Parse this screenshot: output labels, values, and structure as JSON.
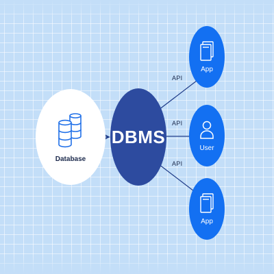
{
  "diagram": {
    "database": {
      "label": "Database",
      "icon": "database-icon"
    },
    "dbms": {
      "label": "DBMS"
    },
    "api_labels": [
      "API",
      "API",
      "API"
    ],
    "clients": [
      {
        "label": "App",
        "icon": "app-document-icon"
      },
      {
        "label": "User",
        "icon": "user-icon"
      },
      {
        "label": "App",
        "icon": "app-document-icon"
      }
    ]
  },
  "colors": {
    "background": "#c3def8",
    "dbms_fill": "#2d4b9f",
    "client_fill": "#1370f2",
    "database_fill": "#ffffff",
    "line": "#1f3c88",
    "icon_blue": "#1f6fe8"
  }
}
